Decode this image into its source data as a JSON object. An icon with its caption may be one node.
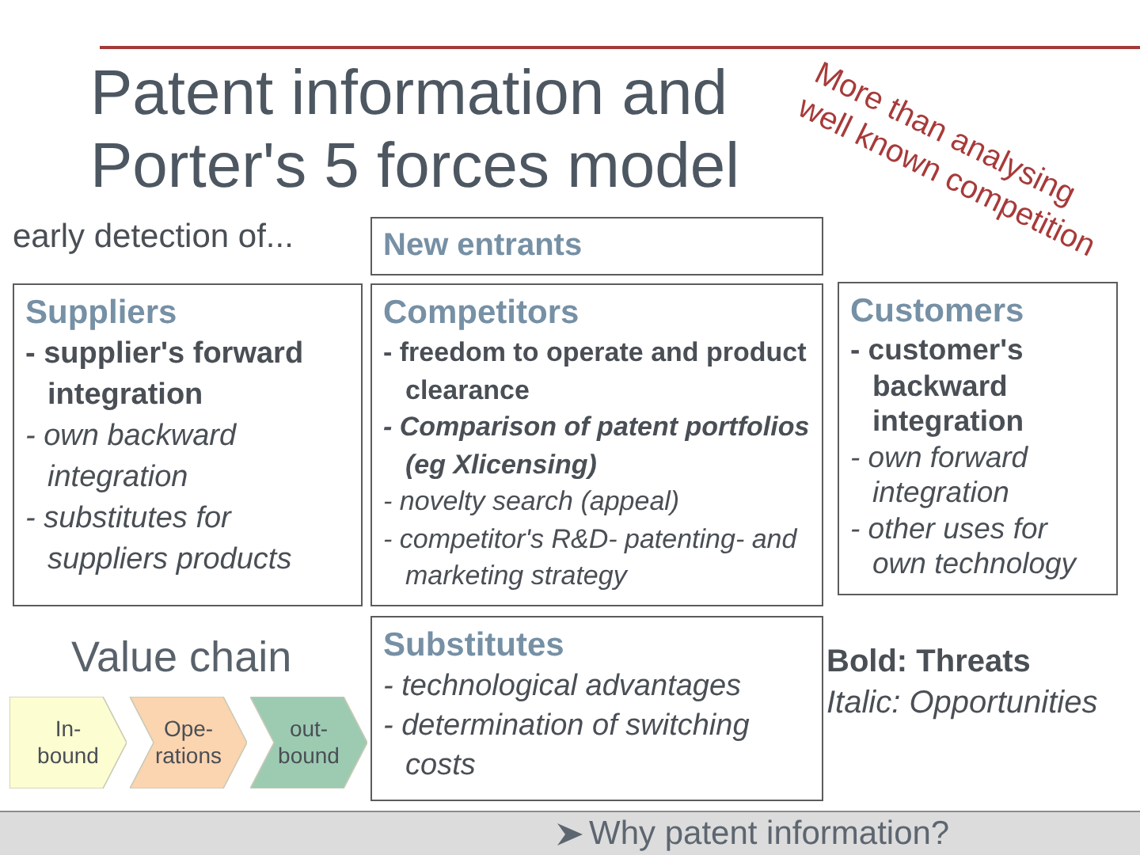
{
  "diagram": {
    "title": "Patent information and Porter's 5 forces model",
    "nodes": [
      {
        "text": [
          "New entrants"
        ]
      },
      {
        "text": [
          "Suppliers",
          "- supplier's forward integration",
          "- own backward integration",
          "- substitutes for suppliers products"
        ]
      },
      {
        "text": [
          "Competitors",
          "- freedom to operate and product clearance",
          "- Comparison of patent portfolios (eg Xlicensing)",
          "- novelty search (appeal)",
          "- competitor's R&D- patenting- and marketing strategy"
        ]
      },
      {
        "text": [
          "Customers",
          "- customer's backward integration",
          "- own forward integration",
          "- other uses for own technology"
        ]
      },
      {
        "text": [
          "In-bound"
        ]
      },
      {
        "text": [
          "Ope-rations"
        ]
      },
      {
        "text": [
          "out-bound"
        ]
      },
      {
        "text": [
          "Substitutes",
          "- technological advantages",
          "- determination of switching costs"
        ]
      },
      {
        "text": [
          "Why patent information?"
        ]
      }
    ],
    "labels": [
      "More than analysing well known competition",
      "early detection of...",
      "Value chain",
      "Bold: Threats",
      "Italic: Opportunities"
    ]
  }
}
